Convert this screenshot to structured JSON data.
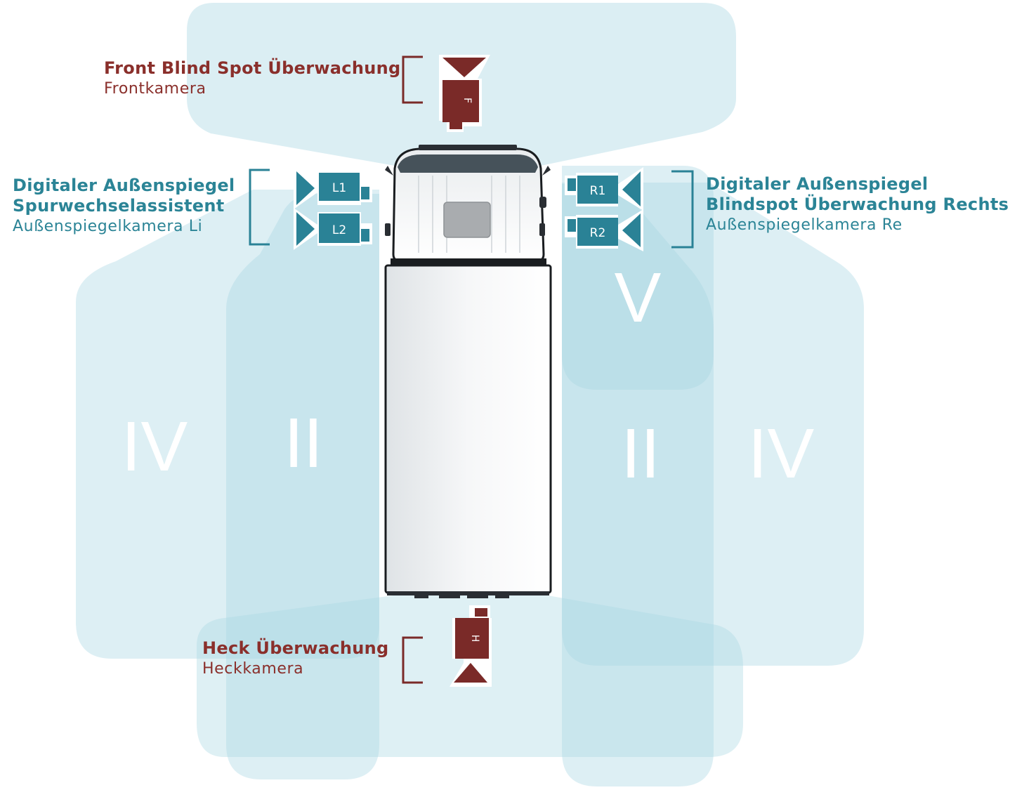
{
  "labels": {
    "front": {
      "title": "Front Blind Spot Überwachung",
      "subtitle": "Frontkamera"
    },
    "left": {
      "title_line1": "Digitaler Außenspiegel",
      "title_line2": "Spurwechselassistent",
      "subtitle": "Außenspiegelkamera Li"
    },
    "right": {
      "title_line1": "Digitaler Außenspiegel",
      "title_line2": "Blindspot Überwachung Rechts",
      "subtitle": "Außenspiegelkamera Re"
    },
    "rear": {
      "title": "Heck Überwachung",
      "subtitle": "Heckkamera"
    }
  },
  "cameras": {
    "front": "F",
    "left_1": "L1",
    "left_2": "L2",
    "right_1": "R1",
    "right_2": "R2",
    "rear": "H"
  },
  "zones": {
    "left_outer": "IV",
    "left_inner": "II",
    "right_inner": "II",
    "right_outer": "IV",
    "right_front": "V"
  },
  "colors": {
    "zone_fill": "#a9d7e3",
    "front_rear_accent": "#7a2a28",
    "side_accent": "#2a8296",
    "zone_numeral": "#ffffff"
  }
}
